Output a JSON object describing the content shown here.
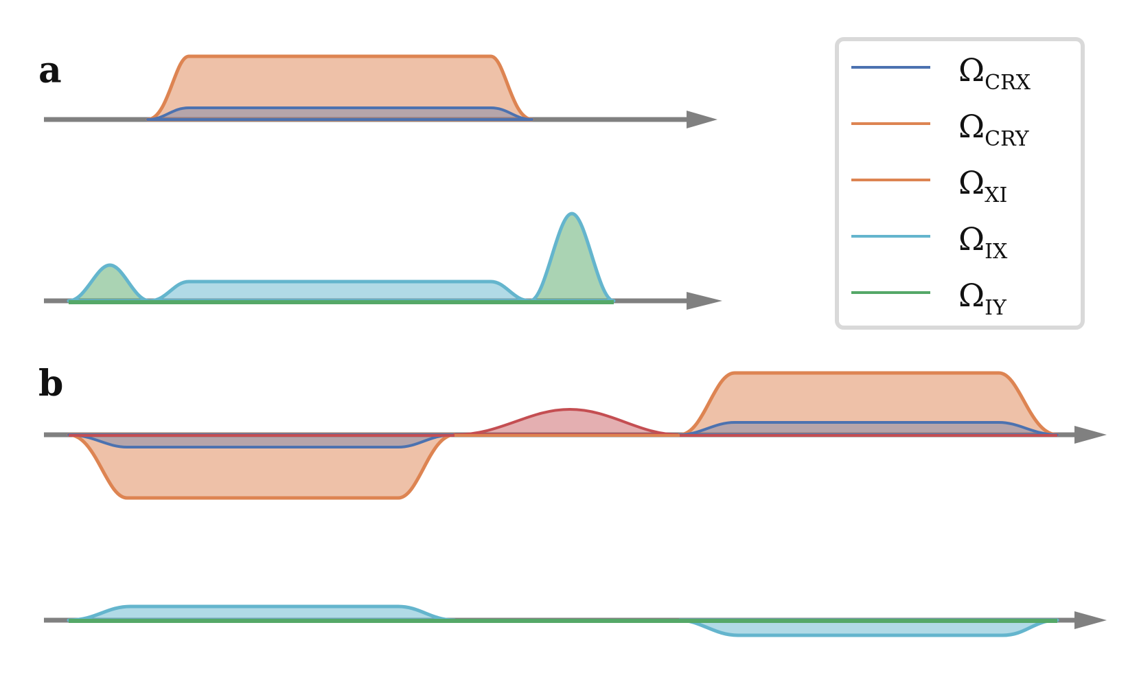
{
  "panels": [
    {
      "label": "a"
    },
    {
      "label": "b"
    }
  ],
  "legend": {
    "entries": [
      {
        "symbol": "Ω",
        "subscript": "CRX",
        "color": "#4c72b0"
      },
      {
        "symbol": "Ω",
        "subscript": "CRY",
        "color": "#dd8452"
      },
      {
        "symbol": "Ω",
        "subscript": "XI",
        "color": "#dd8452"
      },
      {
        "symbol": "Ω",
        "subscript": "IX",
        "color": "#64b5cd"
      },
      {
        "symbol": "Ω",
        "subscript": "IY",
        "color": "#55a868"
      }
    ]
  },
  "colors": {
    "axis": "#808080",
    "crx": "#4c72b0",
    "cry": "#dd8452",
    "xi": "#dd8452",
    "red": "#c44e52",
    "ix": "#64b5cd",
    "iy": "#55a868"
  }
}
